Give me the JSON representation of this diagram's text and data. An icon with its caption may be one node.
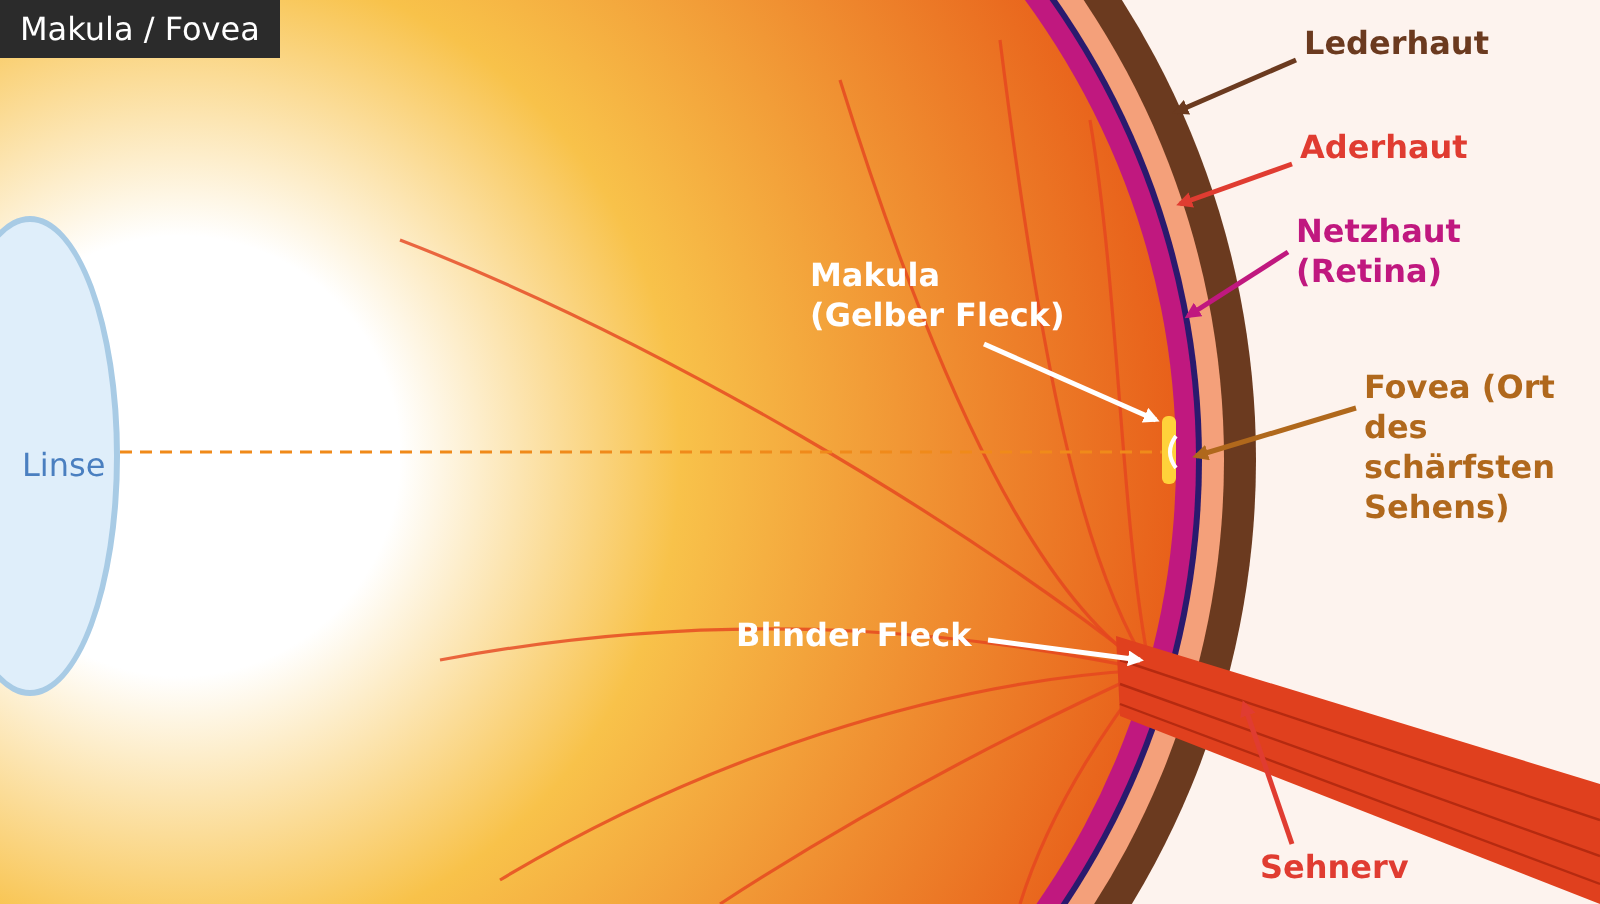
{
  "diagram": {
    "title": "Makula / Fovea",
    "nodes": [
      {
        "text": [
          "Lederhaut"
        ]
      },
      {
        "text": [
          "Aderhaut"
        ]
      },
      {
        "text": [
          "Netzhaut (Retina)"
        ]
      },
      {
        "text": [
          "Makula (Gelber Fleck)"
        ]
      },
      {
        "text": [
          "Fovea (Ort des schärfsten Sehens)"
        ]
      },
      {
        "text": [
          "Blinder Fleck"
        ]
      },
      {
        "text": [
          "Sehnerv"
        ]
      },
      {
        "text": [
          "Linse"
        ]
      }
    ],
    "edges": [
      {
        "from": 0,
        "to": null,
        "arrow": "to",
        "color": "#6b3a1f"
      },
      {
        "from": 1,
        "to": null,
        "arrow": "to",
        "color": "#e03c31"
      },
      {
        "from": 2,
        "to": null,
        "arrow": "to",
        "color": "#c0187f"
      },
      {
        "from": 3,
        "to": null,
        "arrow": "to",
        "color": "#ffffff"
      },
      {
        "from": 4,
        "to": null,
        "arrow": "to",
        "color": "#b0681c"
      },
      {
        "from": 5,
        "to": null,
        "arrow": "to",
        "color": "#ffffff"
      },
      {
        "from": 6,
        "to": null,
        "arrow": "to",
        "color": "#e03c31"
      }
    ]
  }
}
